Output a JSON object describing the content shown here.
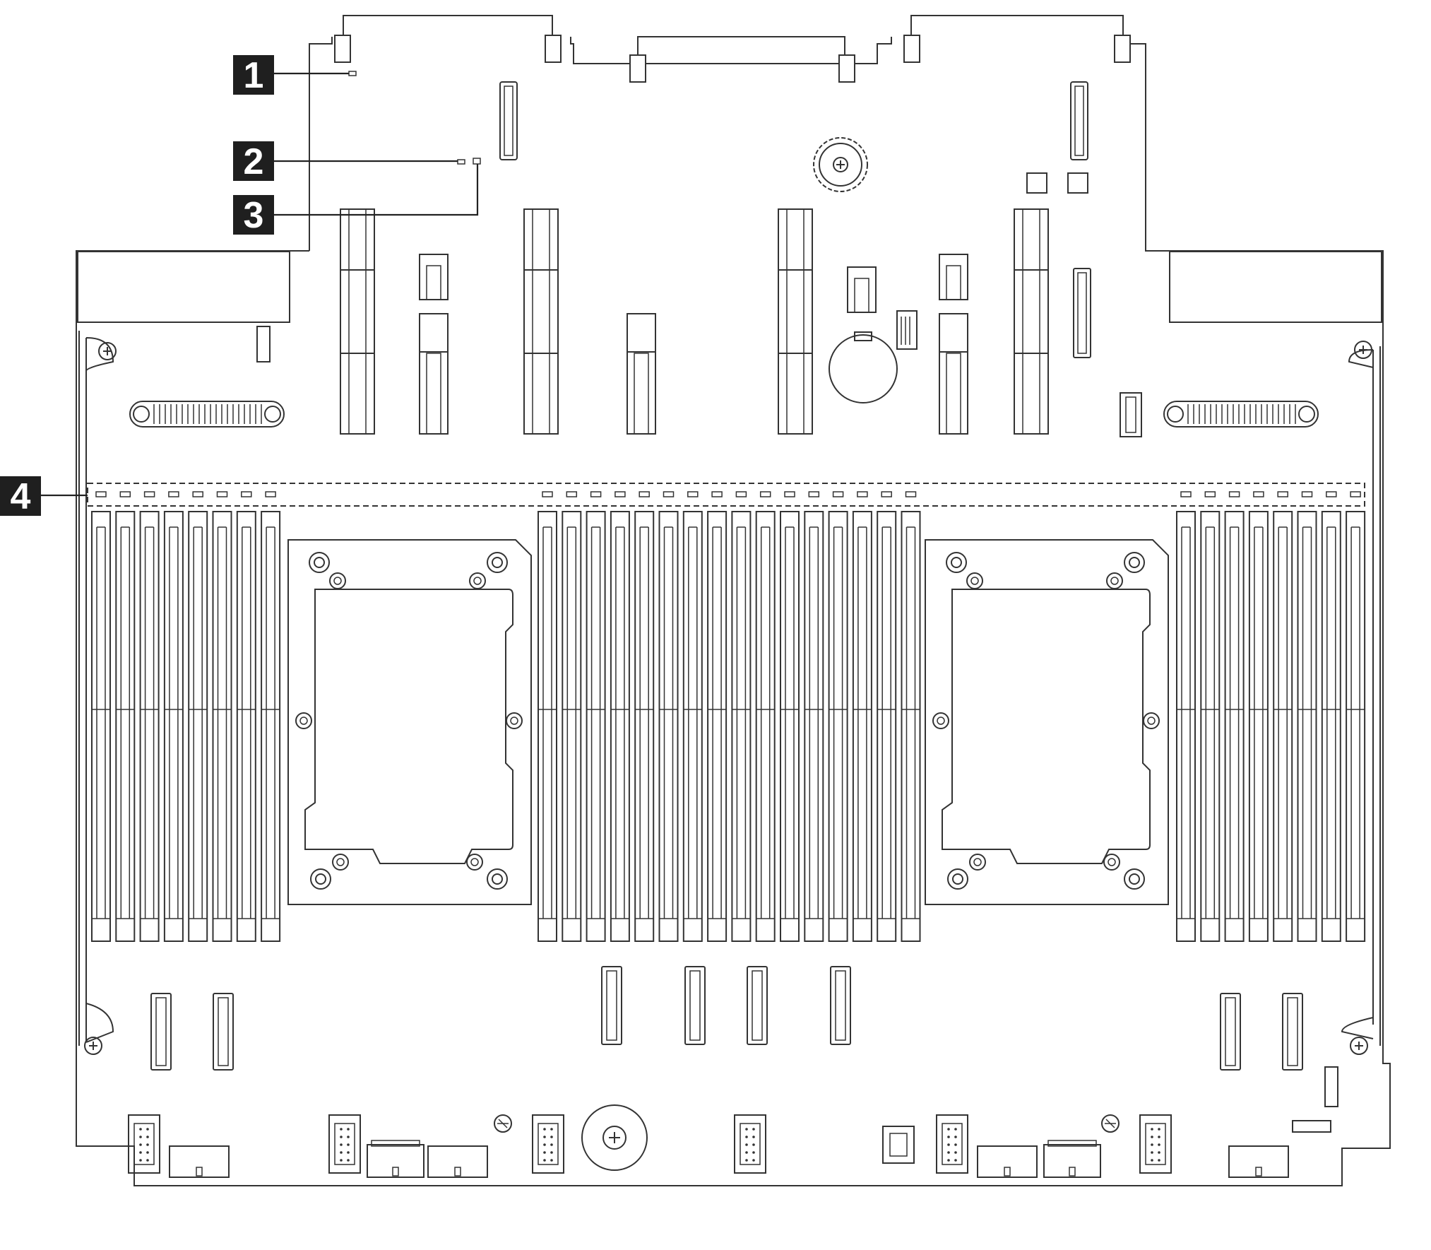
{
  "callouts": [
    {
      "id": 1,
      "label": "1"
    },
    {
      "id": 2,
      "label": "2"
    },
    {
      "id": 3,
      "label": "3"
    },
    {
      "id": 4,
      "label": "4"
    }
  ],
  "colors": {
    "line": "#333333",
    "callout_bg": "#1f1f1f",
    "callout_text": "#ffffff",
    "background": "#ffffff"
  }
}
